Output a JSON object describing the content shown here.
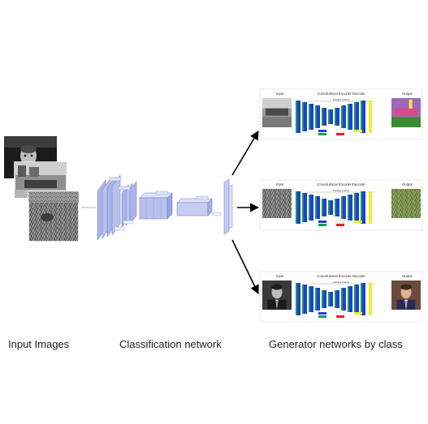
{
  "captions": {
    "input_images": "Input Images",
    "classification_network": "Classification network",
    "generator_networks": "Generator networks by class"
  },
  "generator_panel": {
    "title": "Convolutional Encoder-Decoder",
    "input_label": "Input",
    "output_label": "Output",
    "subtitle": "Pooling Indices"
  },
  "input_images": [
    {
      "subject": "person-face",
      "tone": "grayscale"
    },
    {
      "subject": "city-street",
      "tone": "grayscale"
    },
    {
      "subject": "grass-field",
      "tone": "grayscale"
    }
  ],
  "generator_rows": [
    {
      "subject": "city-street",
      "output_palette": [
        "#3a8a2e",
        "#9a6ab8",
        "#d84a8a",
        "#ffe14a"
      ]
    },
    {
      "subject": "grass-field",
      "output_palette": [
        "#6f8b46",
        "#8d9a5a",
        "#5a7040",
        "#a7a070"
      ]
    },
    {
      "subject": "person-face",
      "output_palette": [
        "#2a2a5a",
        "#e0b090",
        "#b03030",
        "#ffffff"
      ]
    }
  ],
  "colors": {
    "classifier_block": "#b9c1ee",
    "encoder_blue": "#1f3fd6",
    "encoder_green": "#1a9a55",
    "decoder_yellow": "#e9ef2a",
    "arrow": "#000000"
  }
}
